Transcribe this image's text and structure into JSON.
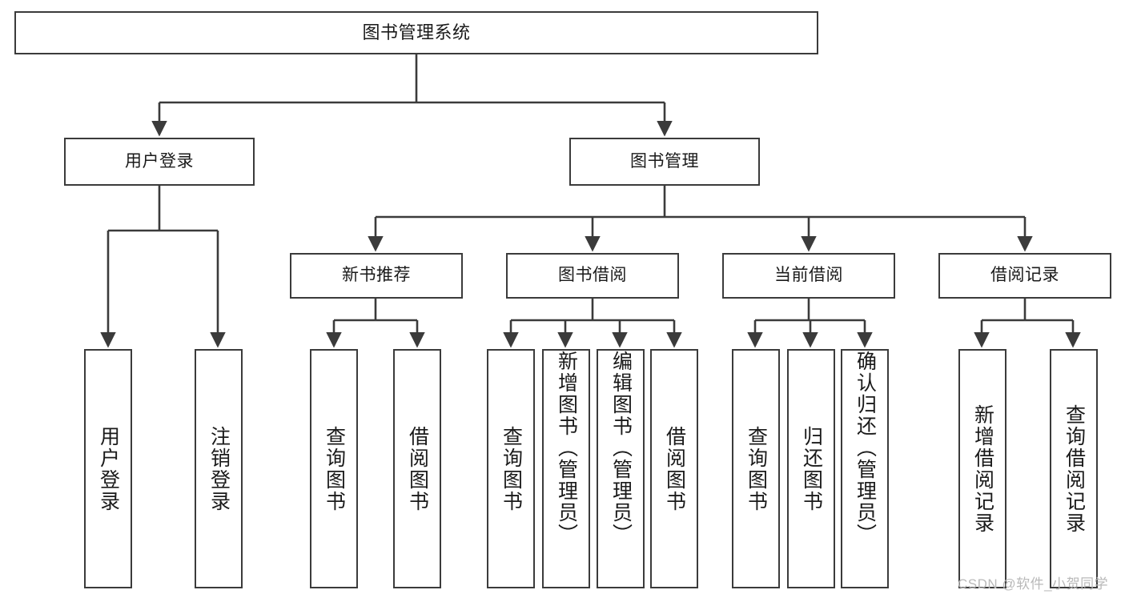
{
  "diagram": {
    "title": "图书管理系统",
    "type": "tree-hierarchy",
    "root": {
      "id": "root",
      "label": "图书管理系统"
    },
    "level2": [
      {
        "id": "user-login",
        "label": "用户登录"
      },
      {
        "id": "book-manage",
        "label": "图书管理"
      }
    ],
    "level3": [
      {
        "id": "new-book-recommend",
        "label": "新书推荐",
        "parent": "book-manage"
      },
      {
        "id": "book-borrow",
        "label": "图书借阅",
        "parent": "book-manage"
      },
      {
        "id": "current-borrow",
        "label": "当前借阅",
        "parent": "book-manage"
      },
      {
        "id": "borrow-record",
        "label": "借阅记录",
        "parent": "book-manage"
      }
    ],
    "leaves": [
      {
        "id": "leaf-user-login",
        "label": "用户登录",
        "parent": "user-login"
      },
      {
        "id": "leaf-logout",
        "label": "注销登录",
        "parent": "user-login"
      },
      {
        "id": "leaf-query-book-1",
        "label": "查询图书",
        "parent": "new-book-recommend"
      },
      {
        "id": "leaf-borrow-book-1",
        "label": "借阅图书",
        "parent": "new-book-recommend"
      },
      {
        "id": "leaf-query-book-2",
        "label": "查询图书",
        "parent": "book-borrow"
      },
      {
        "id": "leaf-add-book",
        "label": "新增图书（管理员）",
        "parent": "book-borrow"
      },
      {
        "id": "leaf-edit-book",
        "label": "编辑图书（管理员）",
        "parent": "book-borrow"
      },
      {
        "id": "leaf-borrow-book-2",
        "label": "借阅图书",
        "parent": "book-borrow"
      },
      {
        "id": "leaf-query-book-3",
        "label": "查询图书",
        "parent": "current-borrow"
      },
      {
        "id": "leaf-return-book",
        "label": "归还图书",
        "parent": "current-borrow"
      },
      {
        "id": "leaf-confirm-return",
        "label": "确认归还（管理员）",
        "parent": "current-borrow"
      },
      {
        "id": "leaf-add-record",
        "label": "新增借阅记录",
        "parent": "borrow-record"
      },
      {
        "id": "leaf-query-record",
        "label": "查询借阅记录",
        "parent": "borrow-record"
      }
    ],
    "watermark": "CSDN @软件_小贺同学",
    "colors": {
      "box_border": "#3b3b3b",
      "box_fill": "#ffffff",
      "edge": "#3b3b3b",
      "text": "#1a1a1a",
      "watermark": "#b9b9b9",
      "background": "#ffffff"
    }
  }
}
